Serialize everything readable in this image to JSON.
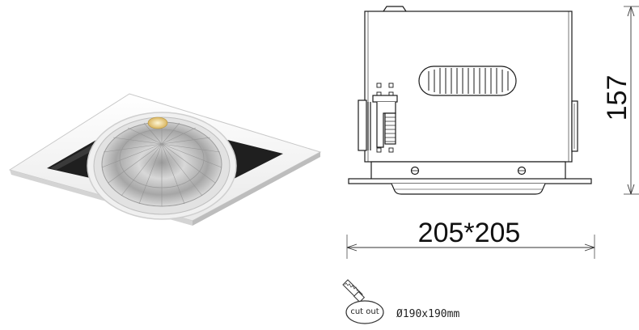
{
  "dimensions": {
    "width_label": "205*205",
    "height_label": "157",
    "cutout_badge": "cut out",
    "cutout_size": "Ø190x190mm"
  },
  "colors": {
    "line": "#1a1a1a",
    "body_fill": "#ffffff",
    "frame_white": "#f4f4f4",
    "recess_dark": "#222222",
    "reflector_silver": "#b8b8b8"
  },
  "icons": {
    "cutout": "saw-cutout-icon"
  }
}
